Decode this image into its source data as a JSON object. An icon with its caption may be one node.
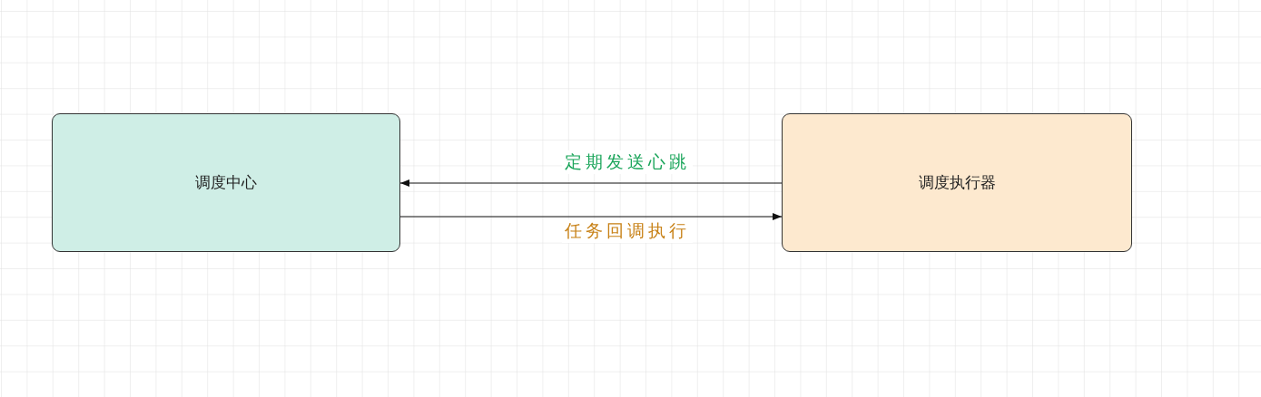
{
  "diagram": {
    "nodes": [
      {
        "text": [
          "调度中心"
        ]
      },
      {
        "text": [
          "调度执行器"
        ]
      }
    ],
    "edges": [
      {
        "from": 1,
        "to": 0,
        "arrow": "to",
        "label": "定期发送心跳"
      },
      {
        "from": 0,
        "to": 1,
        "arrow": "to",
        "label": "任务回调执行"
      }
    ]
  }
}
